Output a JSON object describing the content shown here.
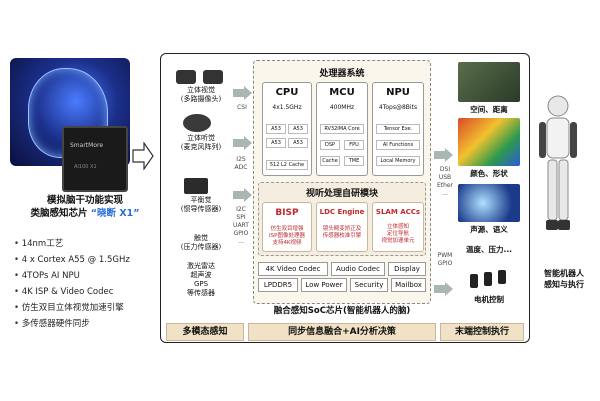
{
  "chip": {
    "logo": "SmartMore",
    "code": "AI100 X1",
    "title_line1": "模拟脑干功能实现",
    "title_line2_prefix": "类脑感知芯片",
    "title_line2_name": "“晓断 X1”"
  },
  "specs": [
    "14nm工艺",
    "4 x Cortex A55 @ 1.5GHz",
    "4TOPs AI NPU",
    "4K ISP & Video Codec",
    "仿生双目立体视觉加速引擎",
    "多传感器硬件同步"
  ],
  "sensors": {
    "stereo": "立体视觉\n(多路摄像头)",
    "audio": "立体听觉\n(麦克风阵列)",
    "balance": "平衡觉\n(惯导传感器)",
    "touch": "触觉\n(压力传感器)",
    "others": "激光雷达\n超声波\nGPS\n等传感器"
  },
  "interfaces": {
    "csi": "CSI",
    "i2s": "I2S\nADC",
    "i2c": "I2C\nSPI\nUART\nGPIO\n...",
    "dsi": "DSI\nUSB\nEther\n...",
    "pwm": "PWM\nGPIO"
  },
  "processor_system": {
    "title": "处理器系统",
    "cpu": {
      "title": "CPU",
      "sub": "4x1.5GHz",
      "cores": [
        "A53",
        "A53",
        "A53",
        "A53"
      ],
      "cache": "512 L2 Cache"
    },
    "mcu": {
      "title": "MCU",
      "sub": "400MHz",
      "items": [
        "RV32IMA Core",
        "DSP",
        "FPU",
        "Cache",
        "TME"
      ]
    },
    "npu": {
      "title": "NPU",
      "sub": "4Tops@8Bits",
      "items": [
        "Tensor Exe.",
        "AI Functions",
        "Local Memory"
      ]
    }
  },
  "av_module": {
    "title": "视听处理自研模块",
    "blocks": [
      {
        "title": "BISP",
        "desc": "仿生双目增强\nISP图像处理器\n支持4K视频"
      },
      {
        "title": "LDC Engine",
        "desc": "镜头畸变矫正及\n传感器校准引擎"
      },
      {
        "title": "SLAM ACCs",
        "desc": "立体感知\n定位导航\n视觉加速单元"
      }
    ]
  },
  "peripherals": {
    "row1": [
      "4K Video Codec",
      "Audio Codec",
      "Display"
    ],
    "row2": [
      "LPDDR5",
      "Low Power",
      "Security",
      "Mailbox"
    ]
  },
  "soc_title": "融合感知SoC芯片(智能机器人的脑)",
  "bottom": {
    "left": "多模态感知",
    "middle": "同步信息融合+AI分析决策",
    "right": "末端控制执行"
  },
  "outputs": [
    "空间、距离",
    "颜色、形状",
    "声源、语义",
    "温度、压力...",
    "电机控制"
  ],
  "robot_label": "智能机器人\n感知与执行",
  "colors": {
    "accent_blue": "#2a6fd6",
    "red": "#c0282d",
    "beige": "#f1e2c6",
    "arrow_grey": "#a9a9a9"
  }
}
